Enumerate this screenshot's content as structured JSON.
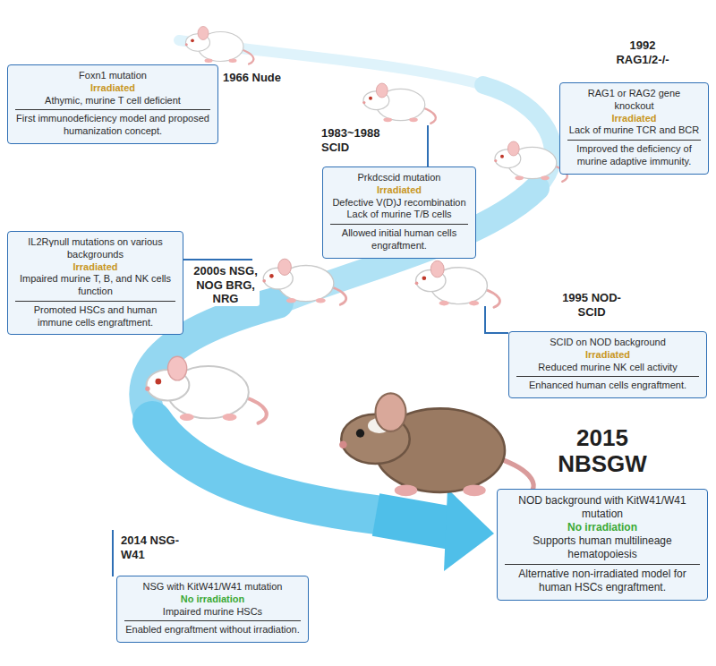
{
  "diagram": {
    "nodes": [
      {
        "text": [
          "1966 Nude",
          "Foxn1 mutation",
          "Irradiated",
          "Athymic, murine T cell deficient",
          "First immunodeficiency model and proposed humanization concept."
        ]
      },
      {
        "text": [
          "1983~1988 SCID",
          "Prkdcscid mutation",
          "Irradiated",
          "Defective V(D)J recombination Lack of murine T/B cells",
          "Allowed initial human cells engraftment."
        ]
      },
      {
        "text": [
          "1992 RAG1/2-/-",
          "RAG1 or RAG2 gene knockout",
          "Irradiated",
          "Lack of murine TCR and BCR",
          "Improved the deficiency of murine adaptive immunity."
        ]
      },
      {
        "text": [
          "2000s NSG, NOG BRG, NRG",
          "IL2Rγnull mutations on various backgrounds",
          "Irradiated",
          "Impaired murine T, B, and NK cells function",
          "Promoted HSCs and human immune cells engraftment."
        ]
      },
      {
        "text": [
          "1995 NOD-SCID",
          "SCID on NOD background",
          "Irradiated",
          "Reduced murine NK cell activity",
          "Enhanced human cells engraftment."
        ]
      },
      {
        "text": [
          "2014 NSG-W41",
          "NSG with KitW41/W41 mutation",
          "No irradiation",
          "Impaired murine HSCs",
          "Enabled engraftment without irradiation."
        ]
      },
      {
        "text": [
          "2015 NBSGW",
          "NOD background with KitW41/W41 mutation",
          "No irradiation",
          "Supports human multilineage hematopoiesis",
          "Alternative non-irradiated model for human HSCs engraftment."
        ]
      }
    ]
  }
}
